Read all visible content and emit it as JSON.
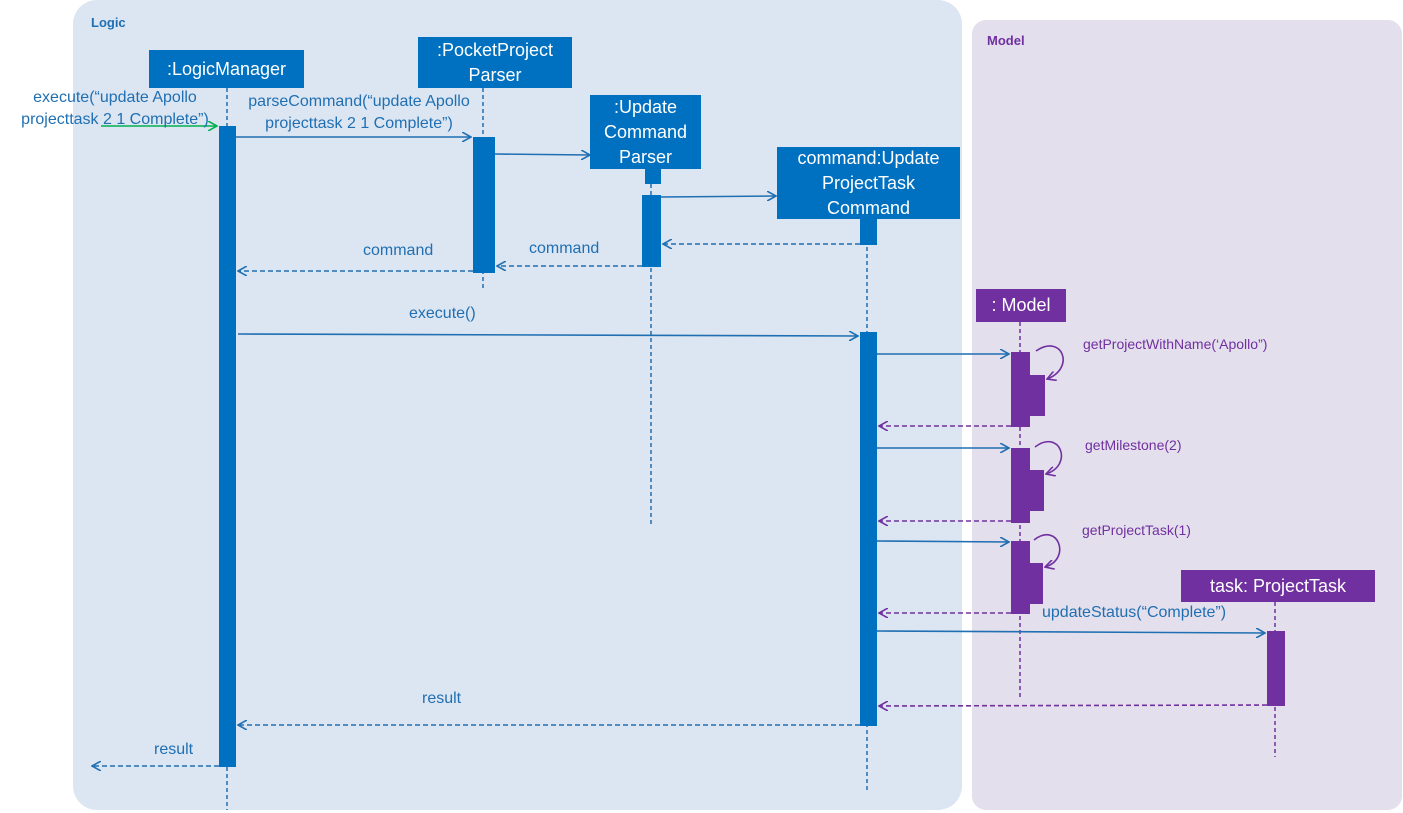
{
  "panels": {
    "logic": "Logic",
    "model": "Model"
  },
  "lifelines": {
    "logic_manager": ":LogicManager",
    "parser_line1": ":PocketProject",
    "parser_line2": "Parser",
    "update_parser_line1": ":Update",
    "update_parser_line2": "Command",
    "update_parser_line3": "Parser",
    "command_line1": "command:Update",
    "command_line2": "ProjectTask",
    "command_line3": "Command",
    "model": ": Model",
    "task": "task: ProjectTask"
  },
  "messages": {
    "execute_in_line1": "execute(“update Apollo",
    "execute_in_line2": "projecttask 2 1 Complete”)",
    "parse_line1": "parseCommand(“update Apollo",
    "parse_line2": "projecttask 2 1 Complete”)",
    "command_return_1": "command",
    "command_return_2": "command",
    "execute": "execute()",
    "get_project": "getProjectWithName(‘Apollo”)",
    "get_milestone": "getMilestone(2)",
    "get_task": "getProjectTask(1)",
    "update_status": "updateStatus(“Complete”)",
    "result_1": "result",
    "result_2": "result"
  },
  "colors": {
    "logic_panel": "#dce6f2",
    "model_panel": "#e4dfec",
    "logic_accent": "#0070c0",
    "model_accent": "#7030a0",
    "logic_text": "#1f6fb2",
    "entry_arrow": "#00b050"
  }
}
